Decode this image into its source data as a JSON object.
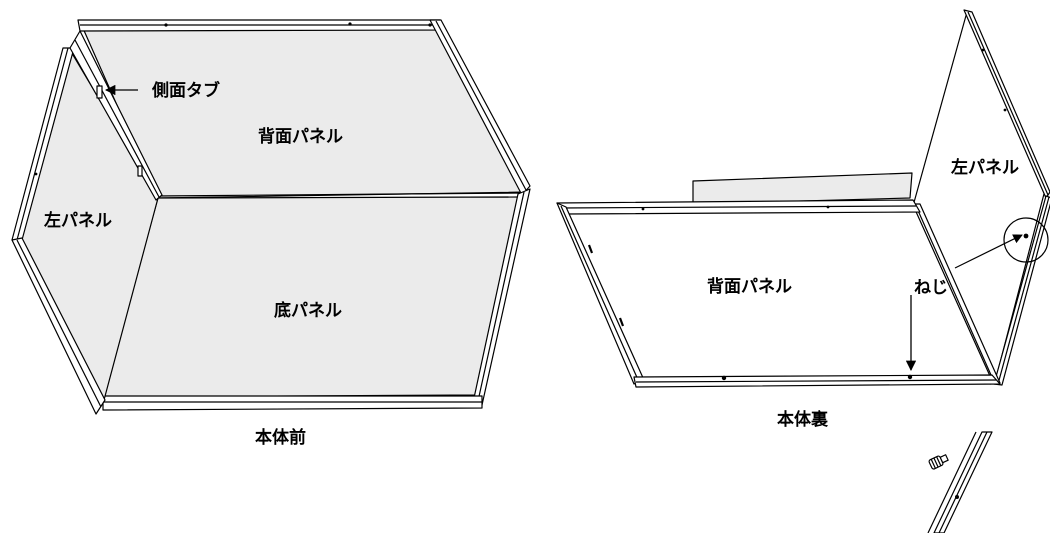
{
  "front_view": {
    "caption": "本体前",
    "side_tab_label": "側面タブ",
    "back_panel_label": "背面パネル",
    "left_panel_label": "左パネル",
    "bottom_panel_label": "底パネル"
  },
  "rear_view": {
    "caption": "本体裏",
    "back_panel_label": "背面パネル",
    "left_panel_label": "左パネル",
    "screw_label": "ねじ"
  },
  "colors": {
    "panel_fill": "#ebebeb",
    "stroke": "#000000",
    "background": "#ffffff"
  }
}
